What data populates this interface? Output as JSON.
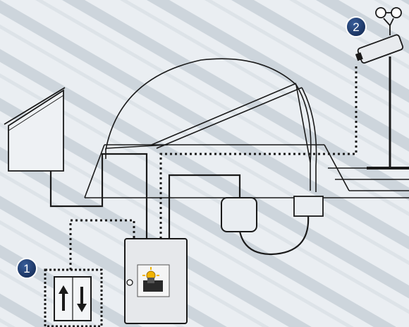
{
  "diagram": {
    "badges": [
      {
        "number": "1",
        "refers_to": "up-down-switch"
      },
      {
        "number": "2",
        "refers_to": "weather-sensor"
      }
    ],
    "colors": {
      "background": "#e9edf1",
      "stripe": "#c9d1d9",
      "line": "#1a1a1a",
      "badge_fill": "#1f3d73",
      "badge_ring": "#ffffff",
      "control_box": "#e6e6e6"
    },
    "icons": [
      "up-arrow-icon",
      "down-arrow-icon",
      "sun-motor-icon",
      "anemometer-icon"
    ]
  }
}
